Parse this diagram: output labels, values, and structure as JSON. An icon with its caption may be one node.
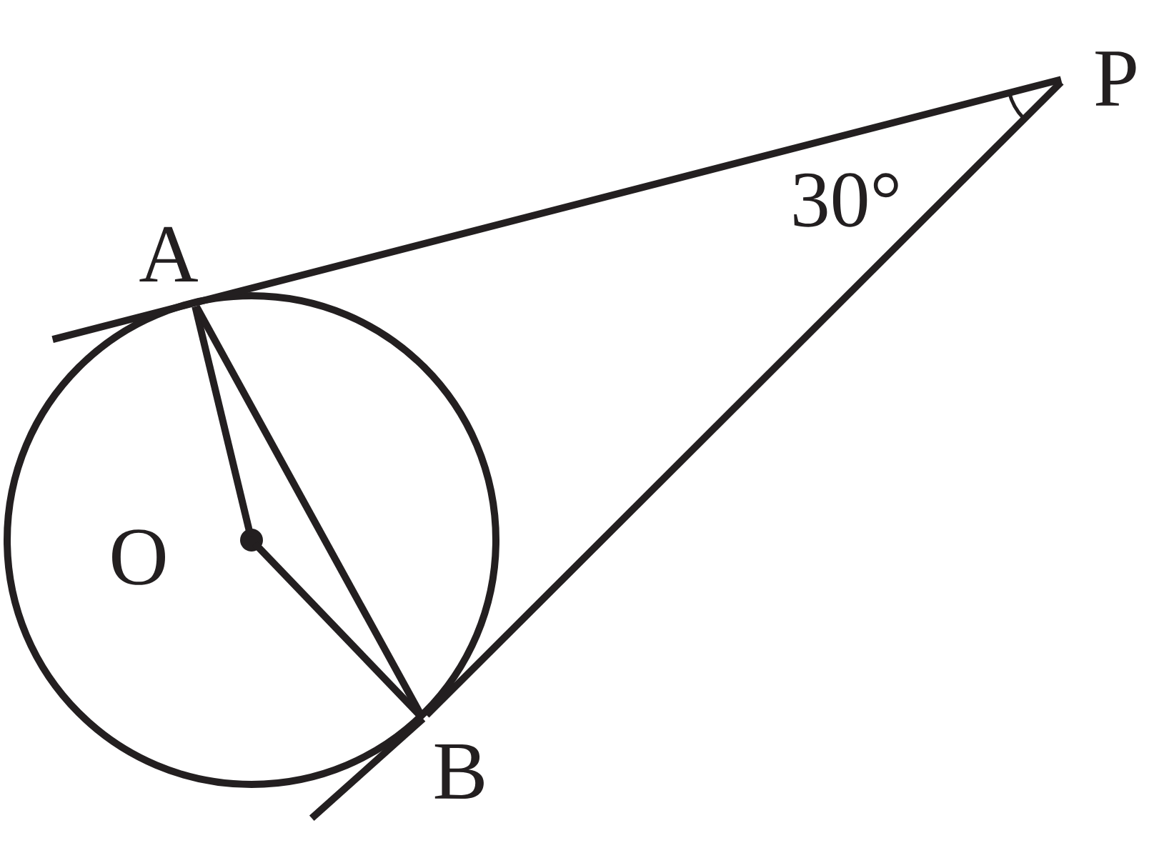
{
  "diagram": {
    "nodes": [
      {
        "text": [
          "A"
        ]
      },
      {
        "text": [
          "O"
        ]
      },
      {
        "text": [
          "B"
        ]
      },
      {
        "text": [
          "P"
        ]
      }
    ],
    "edges": [
      {
        "from": 0,
        "to": 3,
        "arrow": "none"
      },
      {
        "from": 2,
        "to": 3,
        "arrow": "none"
      },
      {
        "from": 1,
        "to": 0,
        "arrow": "none"
      },
      {
        "from": 1,
        "to": 2,
        "arrow": "none"
      },
      {
        "from": 0,
        "to": 2,
        "arrow": "none"
      }
    ],
    "labels": [
      "30°"
    ]
  }
}
